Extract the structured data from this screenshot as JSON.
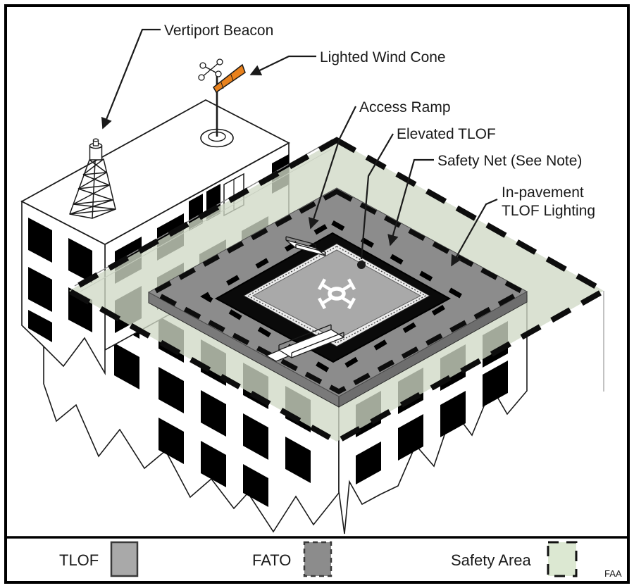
{
  "diagram": {
    "title_hidden": "",
    "callouts": {
      "vertiport_beacon": "Vertiport Beacon",
      "lighted_wind_cone": "Lighted Wind Cone",
      "access_ramp": "Access Ramp",
      "elevated_tlof": "Elevated TLOF",
      "safety_net": "Safety Net (See Note)",
      "in_pavement_line1": "In-pavement",
      "in_pavement_line2": "TLOF Lighting"
    },
    "colors": {
      "safety_area_overlay": "#cfd9c5",
      "safety_area_legend": "#dce8d2",
      "fato": "#8c8c8c",
      "fato_slab_left": "#7a7a7a",
      "fato_slab_right": "#6e6e6e",
      "tlof": "#a9a9a9",
      "net_black": "#0a0a0a",
      "wind_cone": "#e8811c"
    }
  },
  "legend": {
    "items": [
      {
        "id": "tlof",
        "label": "TLOF"
      },
      {
        "id": "fato",
        "label": "FATO"
      },
      {
        "id": "safety_area",
        "label": "Safety Area"
      }
    ],
    "credit": "FAA"
  }
}
